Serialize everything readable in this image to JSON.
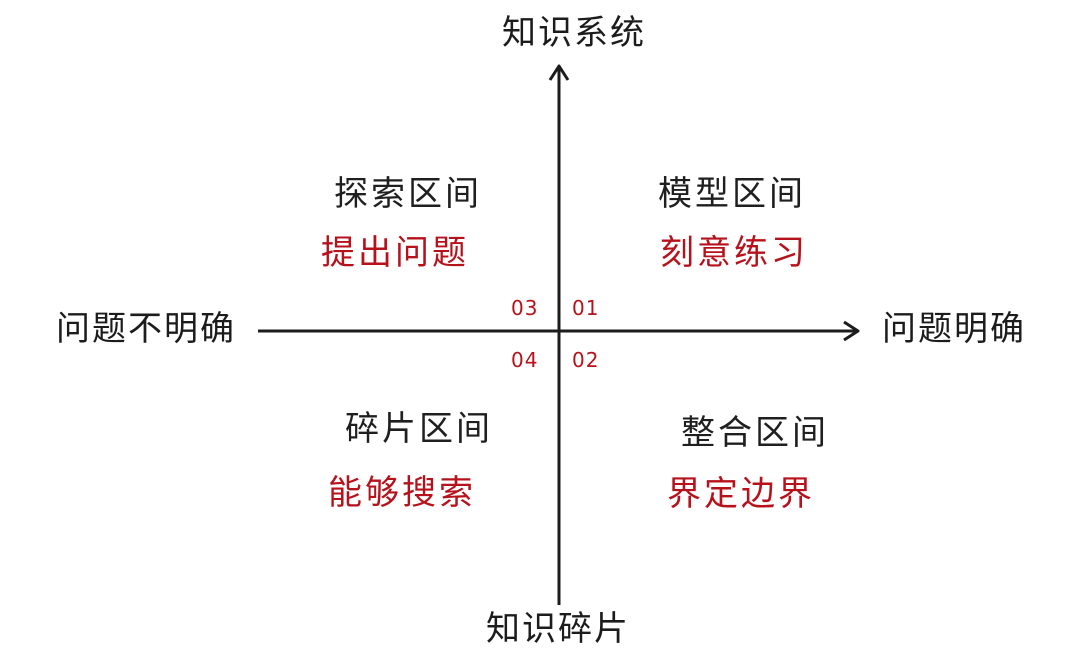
{
  "axes": {
    "top": "知识系统",
    "bottom": "知识碎片",
    "left": "问题不明确",
    "right": "问题明确"
  },
  "quadrants": [
    {
      "number": "01",
      "title": "模型区间",
      "action": "刻意练习"
    },
    {
      "number": "02",
      "title": "整合区间",
      "action": "界定边界"
    },
    {
      "number": "03",
      "title": "探索区间",
      "action": "提出问题"
    },
    {
      "number": "04",
      "title": "碎片区间",
      "action": "能够搜索"
    }
  ],
  "colors": {
    "axis": "#1c1c1c",
    "title": "#1f1f1f",
    "accent": "#b5121b"
  }
}
